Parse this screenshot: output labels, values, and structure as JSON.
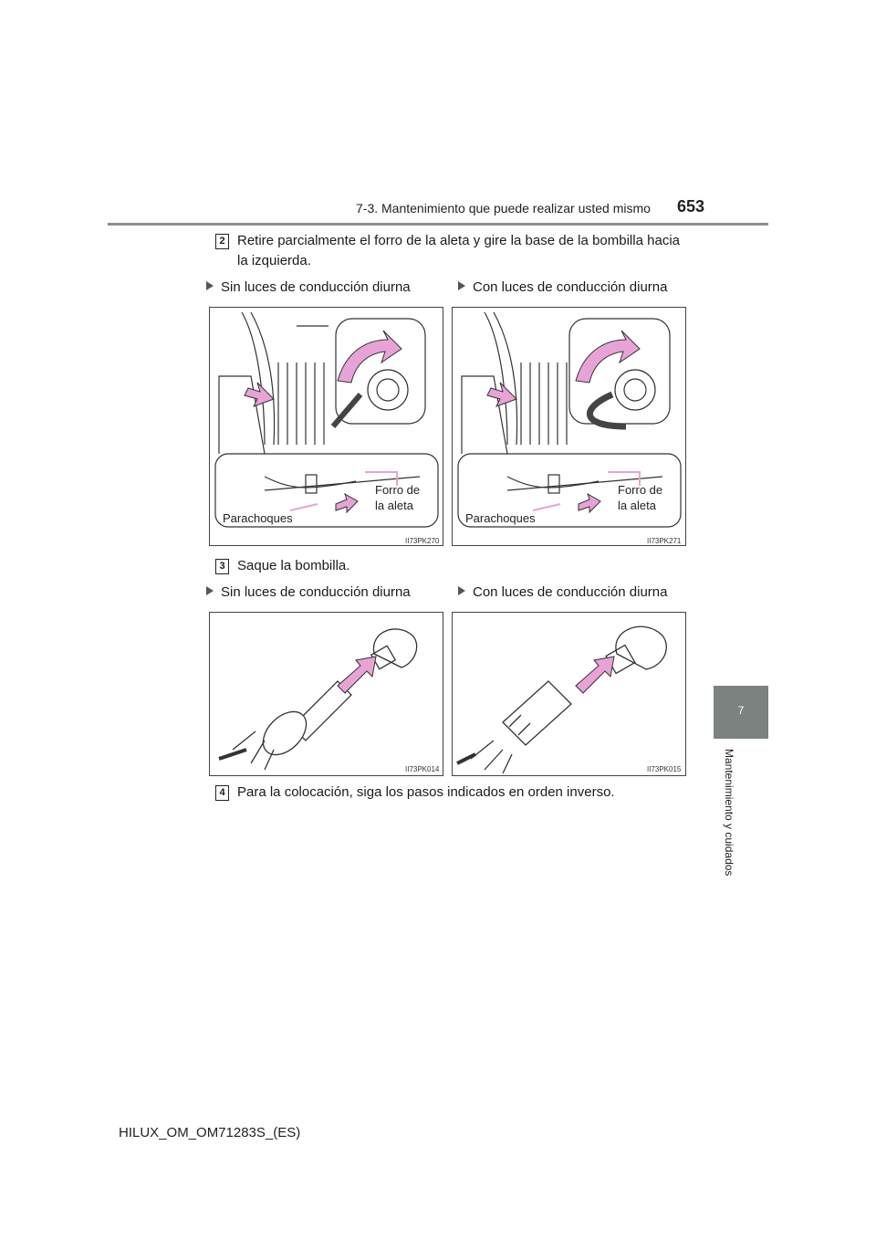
{
  "header": {
    "section_title": "7-3. Mantenimiento que puede realizar usted mismo",
    "page_number": "653"
  },
  "side_tab": {
    "chapter_number": "7",
    "chapter_label": "Mantenimiento y cuidados"
  },
  "steps": [
    {
      "number": "2",
      "text": "Retire parcialmente el forro de la aleta y gire la base de la bombilla hacia la izquierda."
    },
    {
      "number": "3",
      "text": "Saque la bombilla."
    },
    {
      "number": "4",
      "text": "Para la colocación, siga los pasos indicados en orden inverso."
    }
  ],
  "options": {
    "without_drl": "Sin luces de conducción diurna",
    "with_drl": "Con luces de conducción diurna"
  },
  "figures": {
    "f1": {
      "code": "II73PK270",
      "label_bumper": "Parachoques",
      "label_liner_1": "Forro de",
      "label_liner_2": "la aleta"
    },
    "f2": {
      "code": "II73PK271",
      "label_bumper": "Parachoques",
      "label_liner_1": "Forro de",
      "label_liner_2": "la aleta"
    },
    "f3": {
      "code": "II73PK014"
    },
    "f4": {
      "code": "II73PK015"
    }
  },
  "colors": {
    "arrow_pink": "#e8a3d6",
    "tab_gray": "#7b8280"
  },
  "footer": {
    "doc_code": "HILUX_OM_OM71283S_(ES)"
  }
}
